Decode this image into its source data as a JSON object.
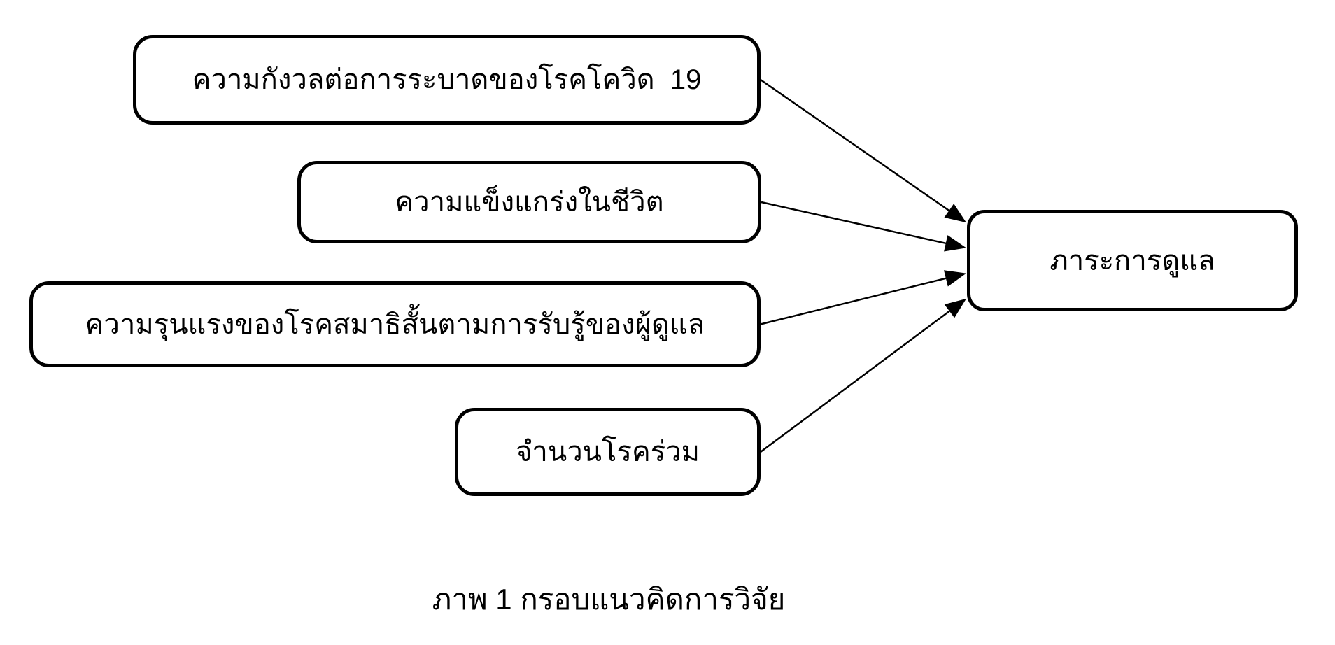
{
  "figure": {
    "caption": "ภาพ 1 กรอบแนวคิดการวิจัย"
  },
  "nodes": {
    "covid-concern": {
      "label": "ความกังวลต่อการระบาดของโรคโควิด  19"
    },
    "resilience": {
      "label": "ความแข็งแกร่งในชีวิต"
    },
    "adhd-severity": {
      "label": "ความรุนแรงของโรคสมาธิสั้นตามการรับรู้ของผู้ดูแล"
    },
    "comorbidity": {
      "label": "จำนวนโรคร่วม"
    },
    "care-burden": {
      "label": "ภาระการดูแล"
    }
  },
  "edges": [
    {
      "from": "covid-concern",
      "to": "care-burden"
    },
    {
      "from": "resilience",
      "to": "care-burden"
    },
    {
      "from": "adhd-severity",
      "to": "care-burden"
    },
    {
      "from": "comorbidity",
      "to": "care-burden"
    }
  ],
  "colors": {
    "background": "#ffffff",
    "box_fill": "#ffffff",
    "box_border": "#000000",
    "text": "#000000",
    "arrow": "#000000"
  }
}
